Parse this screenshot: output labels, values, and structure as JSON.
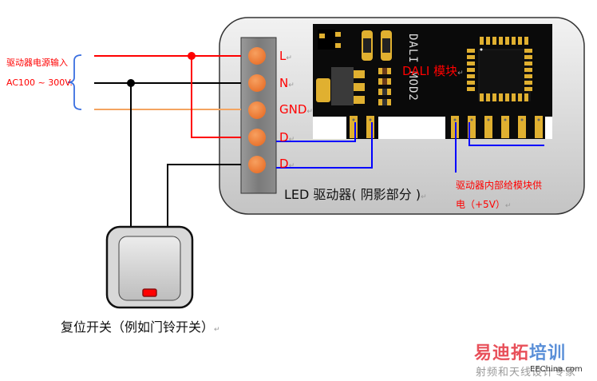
{
  "input": {
    "label": "驱动器电源输入 AC100 ~ 300V.",
    "return_mark": "↵"
  },
  "terminals": [
    {
      "label": "L",
      "wire_color": "#ff0000"
    },
    {
      "label": "N",
      "wire_color": "#000000"
    },
    {
      "label": "GND",
      "wire_color": "#f4a460"
    },
    {
      "label": "D",
      "wire_color": "#ff0000"
    },
    {
      "label": "D",
      "wire_color": "#000000"
    }
  ],
  "board": {
    "caption": "LED 驱动器( 阴影部分 )",
    "return_mark": "↵"
  },
  "module": {
    "label": "DALI 模块",
    "silkscreen": "DALI MOD2",
    "return_mark": "↵"
  },
  "supply_note": {
    "line1": "驱动器内部给模块供",
    "line2": "电（+5V）",
    "return_mark": "↵"
  },
  "switch": {
    "caption": "复位开关（例如门铃开关）",
    "return_mark": "↵"
  },
  "watermark": {
    "brand_part1": "易迪拓",
    "brand_part2": "培训",
    "tagline": "射频和天线设计专家",
    "site": "EEChina.com"
  },
  "colors": {
    "live": "#ff0000",
    "neutral": "#000000",
    "ground": "#f4a460",
    "dali_bus": "#0000ff",
    "bracket": "#3a6fe0",
    "terminal": "#f08030",
    "pcb": "#0a0a0a",
    "gold": "#e0b030",
    "wm_red": "#e8505a",
    "wm_blue": "#5a8fd8"
  }
}
